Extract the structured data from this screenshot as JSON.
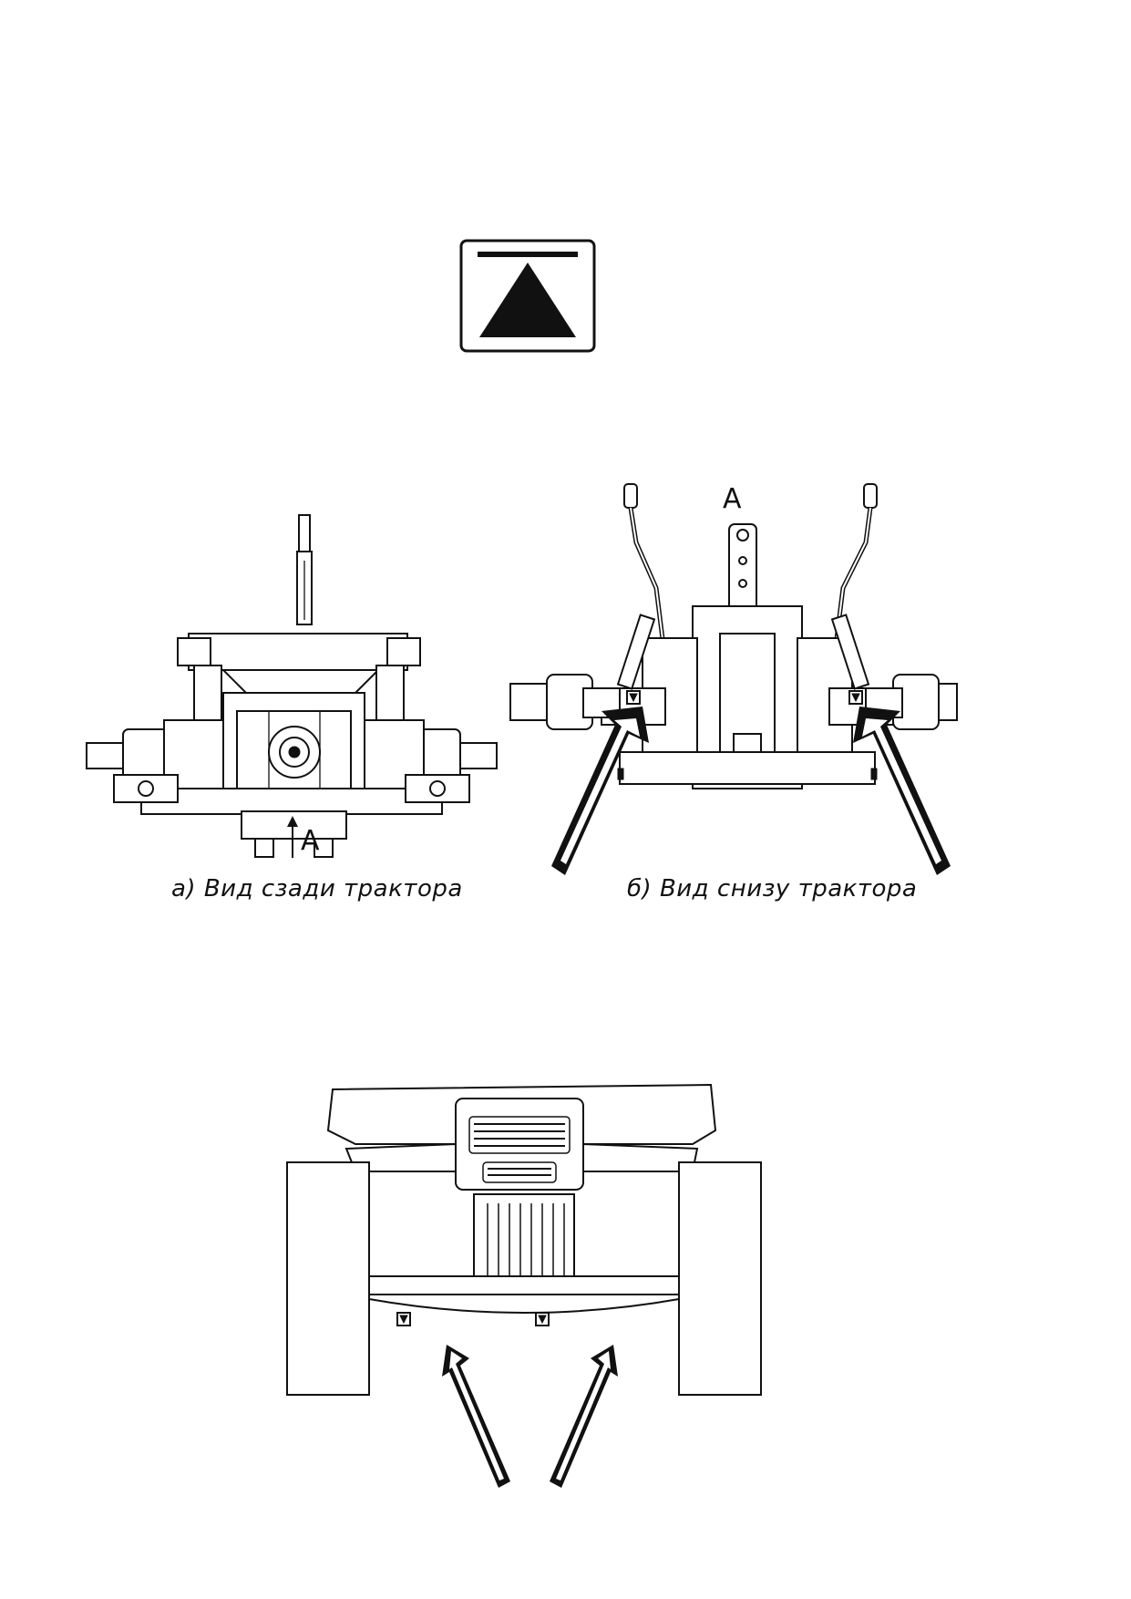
{
  "symbol": {
    "name": "jack-point-symbol",
    "icon": "jack-lift-triangle-icon"
  },
  "figure_a": {
    "caption": "а) Вид сзади трактора",
    "view_marker": "A"
  },
  "figure_b": {
    "caption": "б) Вид снизу трактора",
    "view_marker": "A"
  },
  "figure_c": {
    "description_icon": "front-tractor-jack-points-icon"
  },
  "colors": {
    "ink": "#111111",
    "paper": "#ffffff"
  }
}
